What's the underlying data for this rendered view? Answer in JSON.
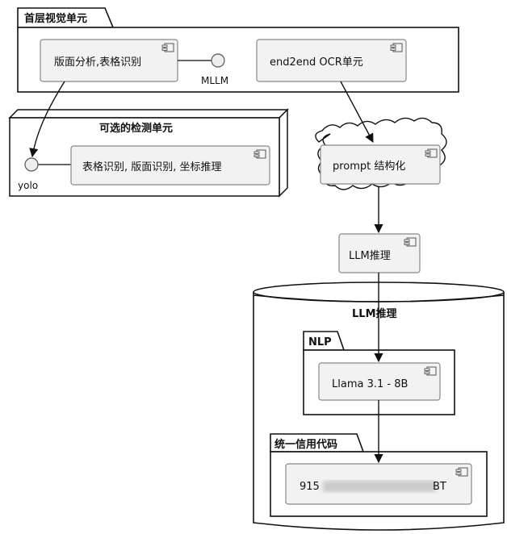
{
  "top_package": {
    "title": "首层视觉单元"
  },
  "layout_component": {
    "label": "版面分析,表格识别"
  },
  "mllm_interface": {
    "label": "MLLM"
  },
  "ocr_component": {
    "label": "end2end OCR单元"
  },
  "detection_node": {
    "title": "可选的检测单元"
  },
  "detection_component": {
    "label": "表格识别, 版面识别, 坐标推理"
  },
  "yolo_interface": {
    "label": "yolo"
  },
  "prompt_cloud": {
    "label": "prompt 结构化"
  },
  "llm_component": {
    "label": "LLM推理"
  },
  "database": {
    "title": "LLM推理"
  },
  "nlp_package": {
    "title": "NLP"
  },
  "llama_component": {
    "label": "Llama 3.1 - 8B"
  },
  "credit_package": {
    "title": "统一信用代码"
  },
  "credit_component": {
    "label_prefix": "915",
    "label_suffix": "BT"
  }
}
